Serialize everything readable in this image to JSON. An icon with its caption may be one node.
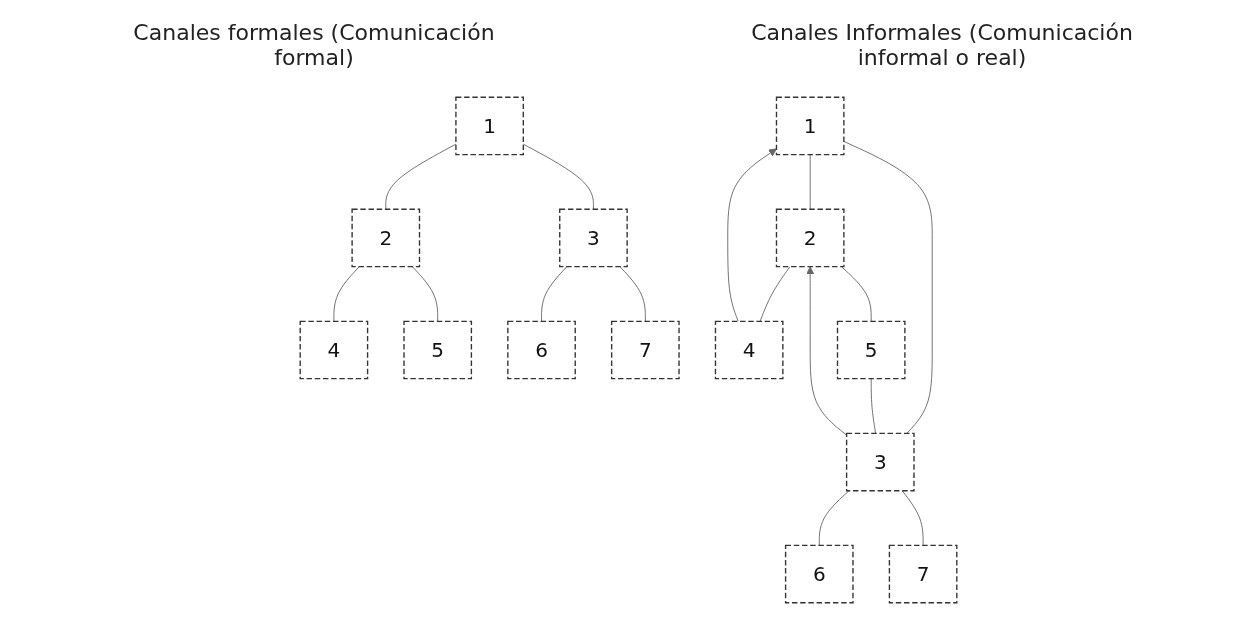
{
  "diagram": {
    "nodes": [
      {
        "text": [
          "1"
        ]
      },
      {
        "text": [
          "2"
        ]
      },
      {
        "text": [
          "3"
        ]
      },
      {
        "text": [
          "4"
        ]
      },
      {
        "text": [
          "5"
        ]
      },
      {
        "text": [
          "6"
        ]
      },
      {
        "text": [
          "7"
        ]
      },
      {
        "text": [
          "1"
        ]
      },
      {
        "text": [
          "2"
        ]
      },
      {
        "text": [
          "3"
        ]
      },
      {
        "text": [
          "4"
        ]
      },
      {
        "text": [
          "5"
        ]
      },
      {
        "text": [
          "6"
        ]
      },
      {
        "text": [
          "7"
        ]
      }
    ],
    "edges": [
      {
        "from": 0,
        "to": 1,
        "arrow": "none"
      },
      {
        "from": 0,
        "to": 2,
        "arrow": "none"
      },
      {
        "from": 1,
        "to": 3,
        "arrow": "none"
      },
      {
        "from": 1,
        "to": 4,
        "arrow": "none"
      },
      {
        "from": 2,
        "to": 5,
        "arrow": "none"
      },
      {
        "from": 2,
        "to": 6,
        "arrow": "none"
      },
      {
        "from": 7,
        "to": 8,
        "arrow": "none"
      },
      {
        "from": 7,
        "to": 9,
        "arrow": "none"
      },
      {
        "from": 8,
        "to": 10,
        "arrow": "none"
      },
      {
        "from": 8,
        "to": 11,
        "arrow": "none"
      },
      {
        "from": 9,
        "to": 12,
        "arrow": "none"
      },
      {
        "from": 9,
        "to": 13,
        "arrow": "none"
      },
      {
        "from": 10,
        "to": 7,
        "arrow": "to"
      },
      {
        "from": 9,
        "to": 8,
        "arrow": "to"
      },
      {
        "from": 11,
        "to": 9,
        "arrow": "none"
      }
    ],
    "labels": [
      "Canales formales (Comunicación formal)",
      "Canales Informales (Comunicación informal o real)"
    ]
  }
}
